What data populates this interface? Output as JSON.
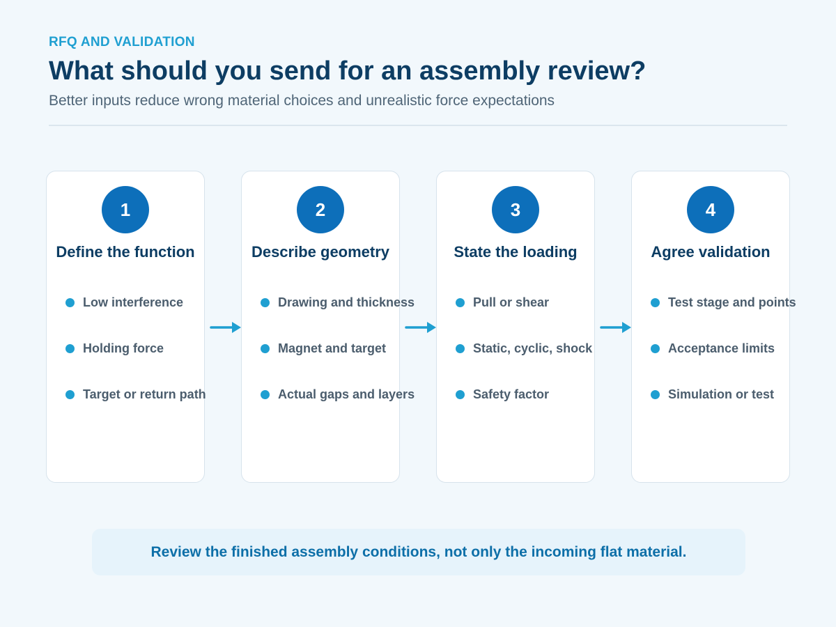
{
  "header": {
    "eyebrow": "RFQ AND VALIDATION",
    "title": "What should you send for an assembly review?",
    "subtitle": "Better inputs reduce wrong material choices and unrealistic force expectations"
  },
  "steps": [
    {
      "number": "1",
      "title": "Define the function",
      "items": [
        "Low interference",
        "Holding force",
        "Target or return path"
      ]
    },
    {
      "number": "2",
      "title": "Describe geometry",
      "items": [
        "Drawing and thickness",
        "Magnet and target",
        "Actual gaps and layers"
      ]
    },
    {
      "number": "3",
      "title": "State the loading",
      "items": [
        "Pull or shear",
        "Static, cyclic, shock",
        "Safety factor"
      ]
    },
    {
      "number": "4",
      "title": "Agree validation",
      "items": [
        "Test stage and points",
        "Acceptance limits",
        "Simulation or test"
      ]
    }
  ],
  "footer": {
    "note": "Review the finished assembly conditions, not only the incoming flat material."
  },
  "colors": {
    "background": "#f2f8fc",
    "accent_blue": "#0d6fba",
    "bullet_cyan": "#1f9fd1",
    "heading_navy": "#0d3d63"
  }
}
